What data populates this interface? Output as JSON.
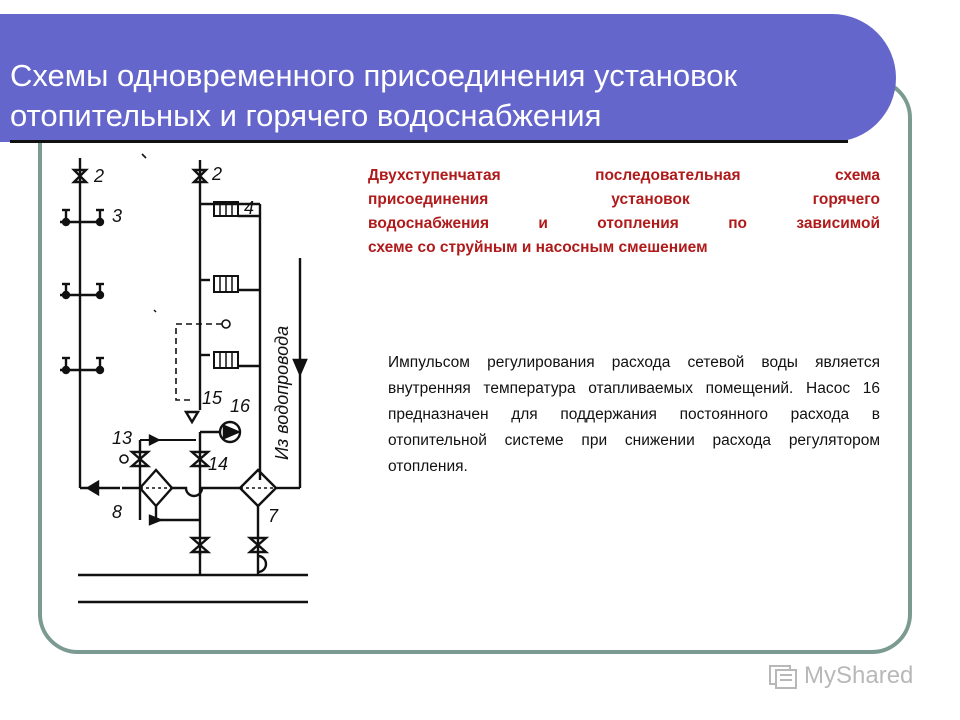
{
  "slide": {
    "title_line1": "Схемы одновременного присоединения установок",
    "title_line2": "отопительных и горячего водоснабжения",
    "subtitle_lines": [
      "Двухступенчатая последовательная схема",
      "присоединения установок горячего",
      "водоснабжения и отопления по зависимой",
      "схеме со струйным и насосным смешением"
    ],
    "body": "Импульсом регулирования расхода сетевой воды является внутренняя температура отапливаемых помещений. Насос 16 предназначен для поддержания постоянного расхода в отопительной системе при снижении расхода регулятором отопления."
  },
  "diagram": {
    "labels": {
      "n2a": "2",
      "n3": "3",
      "n2b": "2",
      "n4": "4",
      "n15": "15",
      "n16": "16",
      "n13": "13",
      "n14": "14",
      "n8": "8",
      "n7": "7"
    },
    "pipe_label": "Из водопровода"
  },
  "watermark": {
    "brand": "MyShared"
  },
  "colors": {
    "title_bg": "#6566cc",
    "subtitle": "#b01a1a",
    "frame": "#7b9a91"
  }
}
